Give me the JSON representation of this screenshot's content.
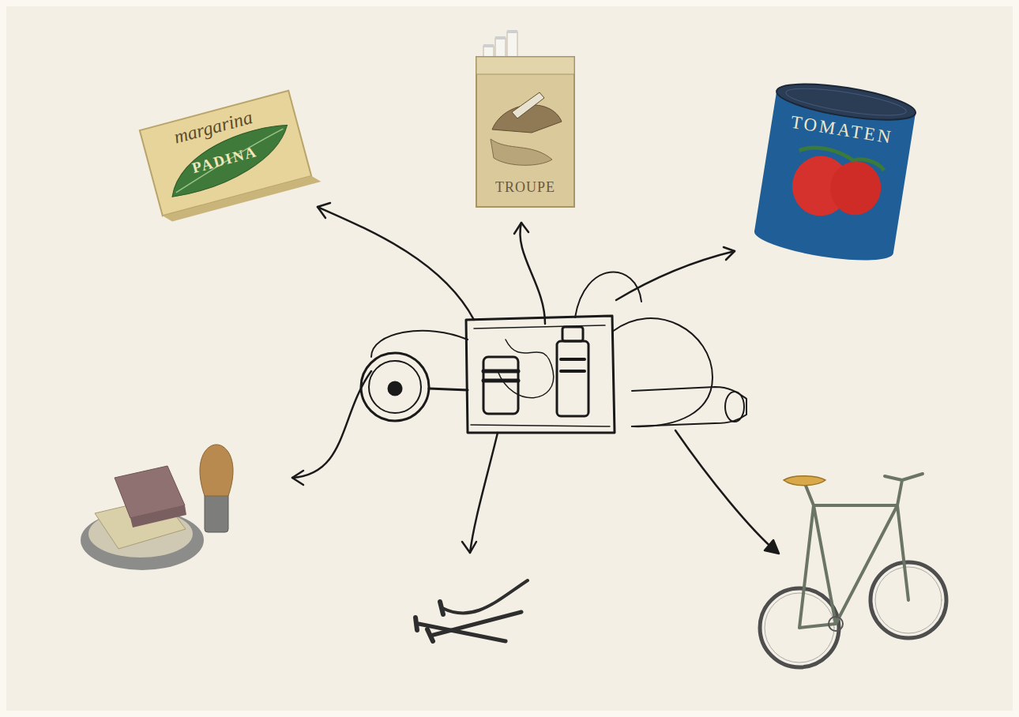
{
  "diagram": {
    "nodes": [
      {
        "text": [
          "margarina",
          "PADINA"
        ]
      },
      {
        "text": [
          "TROUPE"
        ]
      },
      {
        "text": [
          "TOMATEN"
        ]
      }
    ]
  }
}
